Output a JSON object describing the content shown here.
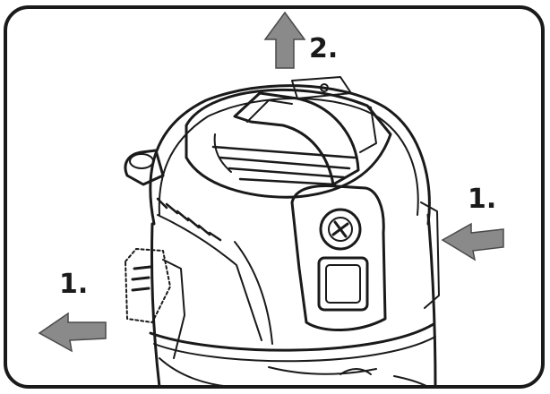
{
  "labels": {
    "step_2": "2.",
    "step_1_right": "1.",
    "step_1_left": "1."
  },
  "colors": {
    "outline": "#1a1a1a",
    "arrow_fill": "#8a8a8a",
    "background": "#ffffff"
  },
  "icons": {
    "lift_arrow": "arrow-up-icon",
    "latch_right_arrow": "arrow-left-icon",
    "latch_left_arrow": "arrow-left-icon"
  }
}
